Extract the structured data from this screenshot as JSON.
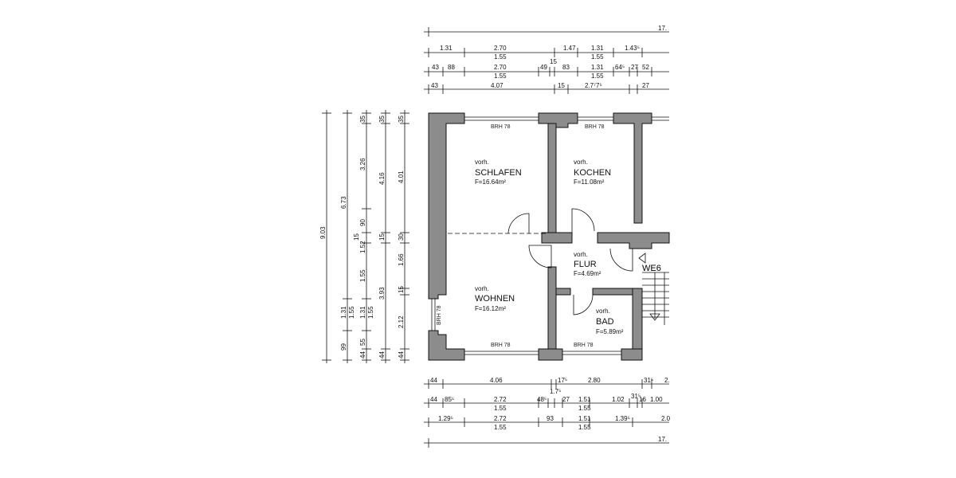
{
  "rooms": {
    "schlafen": {
      "pre": "vorh.",
      "name": "SCHLAFEN",
      "area": "F=16.64m²"
    },
    "kochen": {
      "pre": "vorh.",
      "name": "KOCHEN",
      "area": "F=11.08m²"
    },
    "flur": {
      "pre": "vorh.",
      "name": "FLUR",
      "area": "F=4.69m²"
    },
    "wohnen": {
      "pre": "vorh.",
      "name": "WOHNEN",
      "area": "F=16.12m²"
    },
    "bad": {
      "pre": "vorh.",
      "name": "BAD",
      "area": "F=5.89m²"
    }
  },
  "unit_label": "WE6",
  "brh": {
    "top_left": "BRH 78",
    "top_right": "BRH 78",
    "bottom_left": "BRH 78",
    "bottom_right": "BRH 78",
    "left": "BRH 78"
  },
  "top_dims": {
    "row1": [
      "17."
    ],
    "row2": [
      "1.31",
      "2.70",
      "1.47",
      "1.31",
      "1.43⁵"
    ],
    "row2_sub": [
      "1.55",
      "1.55"
    ],
    "row3": [
      "43",
      "88",
      "2.70",
      "15",
      "49",
      "83",
      "1.31",
      "64⁵",
      "27",
      "52"
    ],
    "row3_sub": [
      "1.55",
      "1.55"
    ],
    "row4": [
      "43",
      "4.07",
      "15",
      "2.7⁷7⁵",
      "27"
    ]
  },
  "bottom_dims": {
    "row1": [
      "44",
      "4.06",
      "17⁵",
      "2.80",
      "31⁵",
      "2."
    ],
    "row2": [
      "44",
      "85⁵",
      "2.72",
      "1.7⁵",
      "48⁵",
      "27",
      "1.51",
      "1.02",
      "31⁵",
      "16",
      "1.00"
    ],
    "row2_sub": [
      "1.55",
      "1.55"
    ],
    "row3": [
      "1.29⁵",
      "2.72",
      "93",
      "1.51",
      "1.39⁵",
      "2.0"
    ],
    "row3_sub": [
      "1.55",
      "1.55"
    ],
    "row4": [
      "17."
    ]
  },
  "left_dims": {
    "col1": [
      "9.03"
    ],
    "col2": [
      "6.73",
      "1.31",
      "99"
    ],
    "col2_sub": [
      "1.55"
    ],
    "col3": [
      "35",
      "3.26",
      "90",
      "15",
      "1.52",
      "1.55",
      "1.31",
      "55",
      "44"
    ],
    "col3_sub": [
      "1.55"
    ],
    "col4": [
      "35",
      "4.16",
      "15",
      "3.93",
      "44"
    ],
    "col5": [
      "35",
      "4.01",
      "30",
      "1.66",
      "15",
      "2.12",
      "44"
    ]
  }
}
